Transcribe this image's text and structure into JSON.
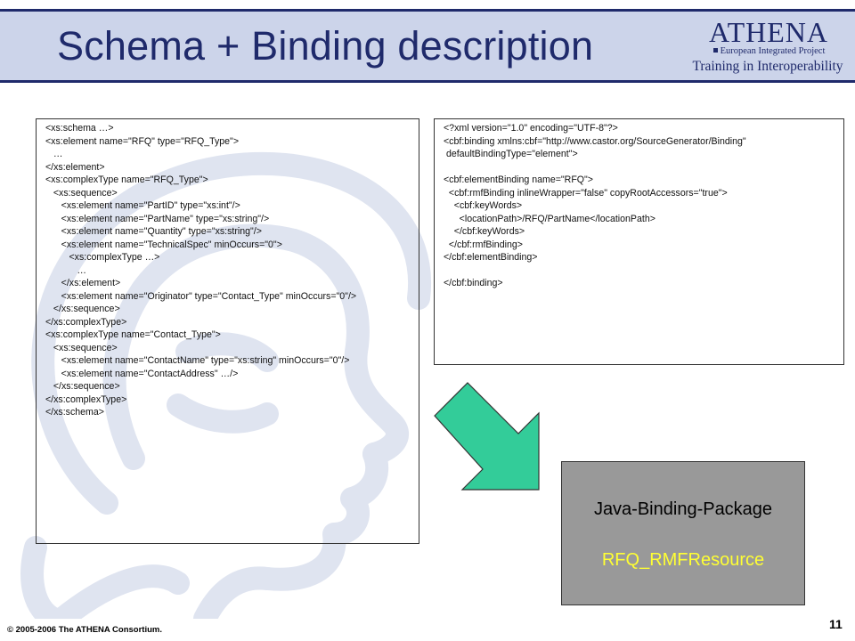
{
  "slide": {
    "title": "Schema + Binding description",
    "logo": {
      "name": "ATHENA",
      "subtitle": "European Integrated Project",
      "tagline": "Training in Interoperability"
    },
    "schema_lines": [
      "<xs:schema …>",
      "<xs:element name=\"RFQ\" type=\"RFQ_Type\">",
      "   …",
      "</xs:element>",
      "<xs:complexType name=\"RFQ_Type\">",
      "   <xs:sequence>",
      "      <xs:element name=\"PartID\" type=\"xs:int\"/>",
      "      <xs:element name=\"PartName\" type=\"xs:string\"/>",
      "      <xs:element name=\"Quantity\" type=\"xs:string\"/>",
      "      <xs:element name=\"TechnicalSpec\" minOccurs=\"0\">",
      "         <xs:complexType …>",
      "            …",
      "      </xs:element>",
      "      <xs:element name=\"Originator\" type=\"Contact_Type\" minOccurs=\"0\"/>",
      "   </xs:sequence>",
      "</xs:complexType>",
      "<xs:complexType name=\"Contact_Type\">",
      "   <xs:sequence>",
      "      <xs:element name=\"ContactName\" type=\"xs:string\" minOccurs=\"0\"/>",
      "      <xs:element name=\"ContactAddress\" …/>",
      "   </xs:sequence>",
      "</xs:complexType>",
      "</xs:schema>"
    ],
    "binding_lines": [
      "<?xml version=\"1.0\" encoding=\"UTF-8\"?>",
      "<cbf:binding xmlns:cbf=\"http://www.castor.org/SourceGenerator/Binding\"",
      " defaultBindingType=\"element\">",
      "",
      "<cbf:elementBinding name=\"RFQ\">",
      "  <cbf:rmfBinding inlineWrapper=\"false\" copyRootAccessors=\"true\">",
      "    <cbf:keyWords>",
      "      <locationPath>/RFQ/PartName</locationPath>",
      "    </cbf:keyWords>",
      "  </cbf:rmfBinding>",
      "</cbf:elementBinding>",
      "",
      "</cbf:binding>"
    ],
    "package": {
      "title": "Java-Binding-Package",
      "resource": "RFQ_RMFResource"
    },
    "footer": {
      "copyright": "© 2005-2006 The ATHENA Consortium.",
      "page_number": "11"
    },
    "colors": {
      "title": "#1f2a6b",
      "header_band": "#ccd4ea",
      "arrow_fill": "#33cc99",
      "package_fill": "#999999",
      "resource_text": "#ffff33"
    },
    "icons": {
      "arrow": "arrow-down-right-icon",
      "watermark": "face-profile-watermark-icon"
    }
  }
}
